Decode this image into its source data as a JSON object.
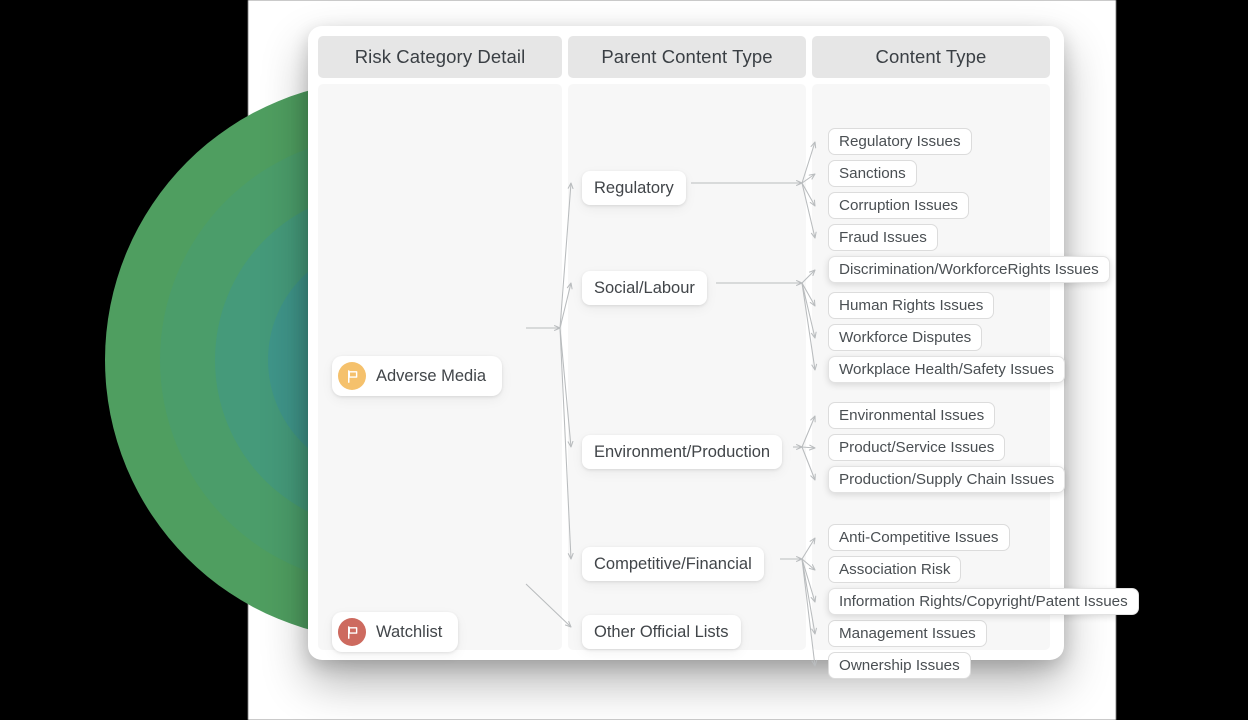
{
  "theme": {
    "card_bg": "#ffffff",
    "column_header_bg": "#e6e6e6",
    "column_body_bg": "#f7f7f7",
    "text": "#414549",
    "wire": "#b9bcbe",
    "adverse_media_accent": "#f5c16c",
    "watchlist_accent": "#cd6a5f",
    "ring_outer": "#4f9e60",
    "ring_2": "#4a9d6b",
    "ring_3": "#469a79",
    "ring_4": "#3f95874",
    "ring_inner": "#3d8e9a"
  },
  "columns": [
    {
      "id": "risk-category-detail",
      "title": "Risk Category Detail"
    },
    {
      "id": "parent-content-type",
      "title": "Parent Content Type"
    },
    {
      "id": "content-type",
      "title": "Content Type"
    }
  ],
  "roots": [
    {
      "id": "adverse-media",
      "label": "Adverse Media",
      "icon": "flag-icon",
      "accent": "#f5c16c"
    },
    {
      "id": "watchlist",
      "label": "Watchlist",
      "icon": "flag-icon",
      "accent": "#cd6a5f"
    }
  ],
  "parents": [
    {
      "id": "regulatory",
      "label": "Regulatory"
    },
    {
      "id": "social-labour",
      "label": "Social/Labour"
    },
    {
      "id": "environment-production",
      "label": "Environment/Production"
    },
    {
      "id": "competitive-financial",
      "label": "Competitive/Financial"
    },
    {
      "id": "other-official-lists",
      "label": "Other Official Lists"
    }
  ],
  "content_types": [
    {
      "id": "regulatory-issues",
      "label": "Regulatory Issues",
      "parent": "regulatory"
    },
    {
      "id": "sanctions",
      "label": "Sanctions",
      "parent": "regulatory"
    },
    {
      "id": "corruption-issues",
      "label": "Corruption Issues",
      "parent": "regulatory"
    },
    {
      "id": "fraud-issues",
      "label": "Fraud Issues",
      "parent": "regulatory"
    },
    {
      "id": "discrimination-workforcerights-issues",
      "label": "Discrimination/WorkforceRights Issues",
      "parent": "social-labour"
    },
    {
      "id": "human-rights-issues",
      "label": "Human Rights Issues",
      "parent": "social-labour"
    },
    {
      "id": "workforce-disputes",
      "label": "Workforce Disputes",
      "parent": "social-labour"
    },
    {
      "id": "workplace-health-safety-issues",
      "label": "Workplace Health/Safety Issues",
      "parent": "social-labour"
    },
    {
      "id": "environmental-issues",
      "label": "Environmental Issues",
      "parent": "environment-production"
    },
    {
      "id": "product-service-issues",
      "label": "Product/Service Issues",
      "parent": "environment-production"
    },
    {
      "id": "production-supply-chain-issues",
      "label": "Production/Supply Chain Issues",
      "parent": "environment-production"
    },
    {
      "id": "anti-competitive-issues",
      "label": "Anti-Competitive Issues",
      "parent": "competitive-financial"
    },
    {
      "id": "association-risk",
      "label": "Association Risk",
      "parent": "competitive-financial"
    },
    {
      "id": "information-rights-copyright-patent-issues",
      "label": "Information Rights/Copyright/Patent Issues",
      "parent": "competitive-financial"
    },
    {
      "id": "management-issues",
      "label": "Management Issues",
      "parent": "competitive-financial"
    },
    {
      "id": "ownership-issues",
      "label": "Ownership Issues",
      "parent": "competitive-financial"
    }
  ]
}
